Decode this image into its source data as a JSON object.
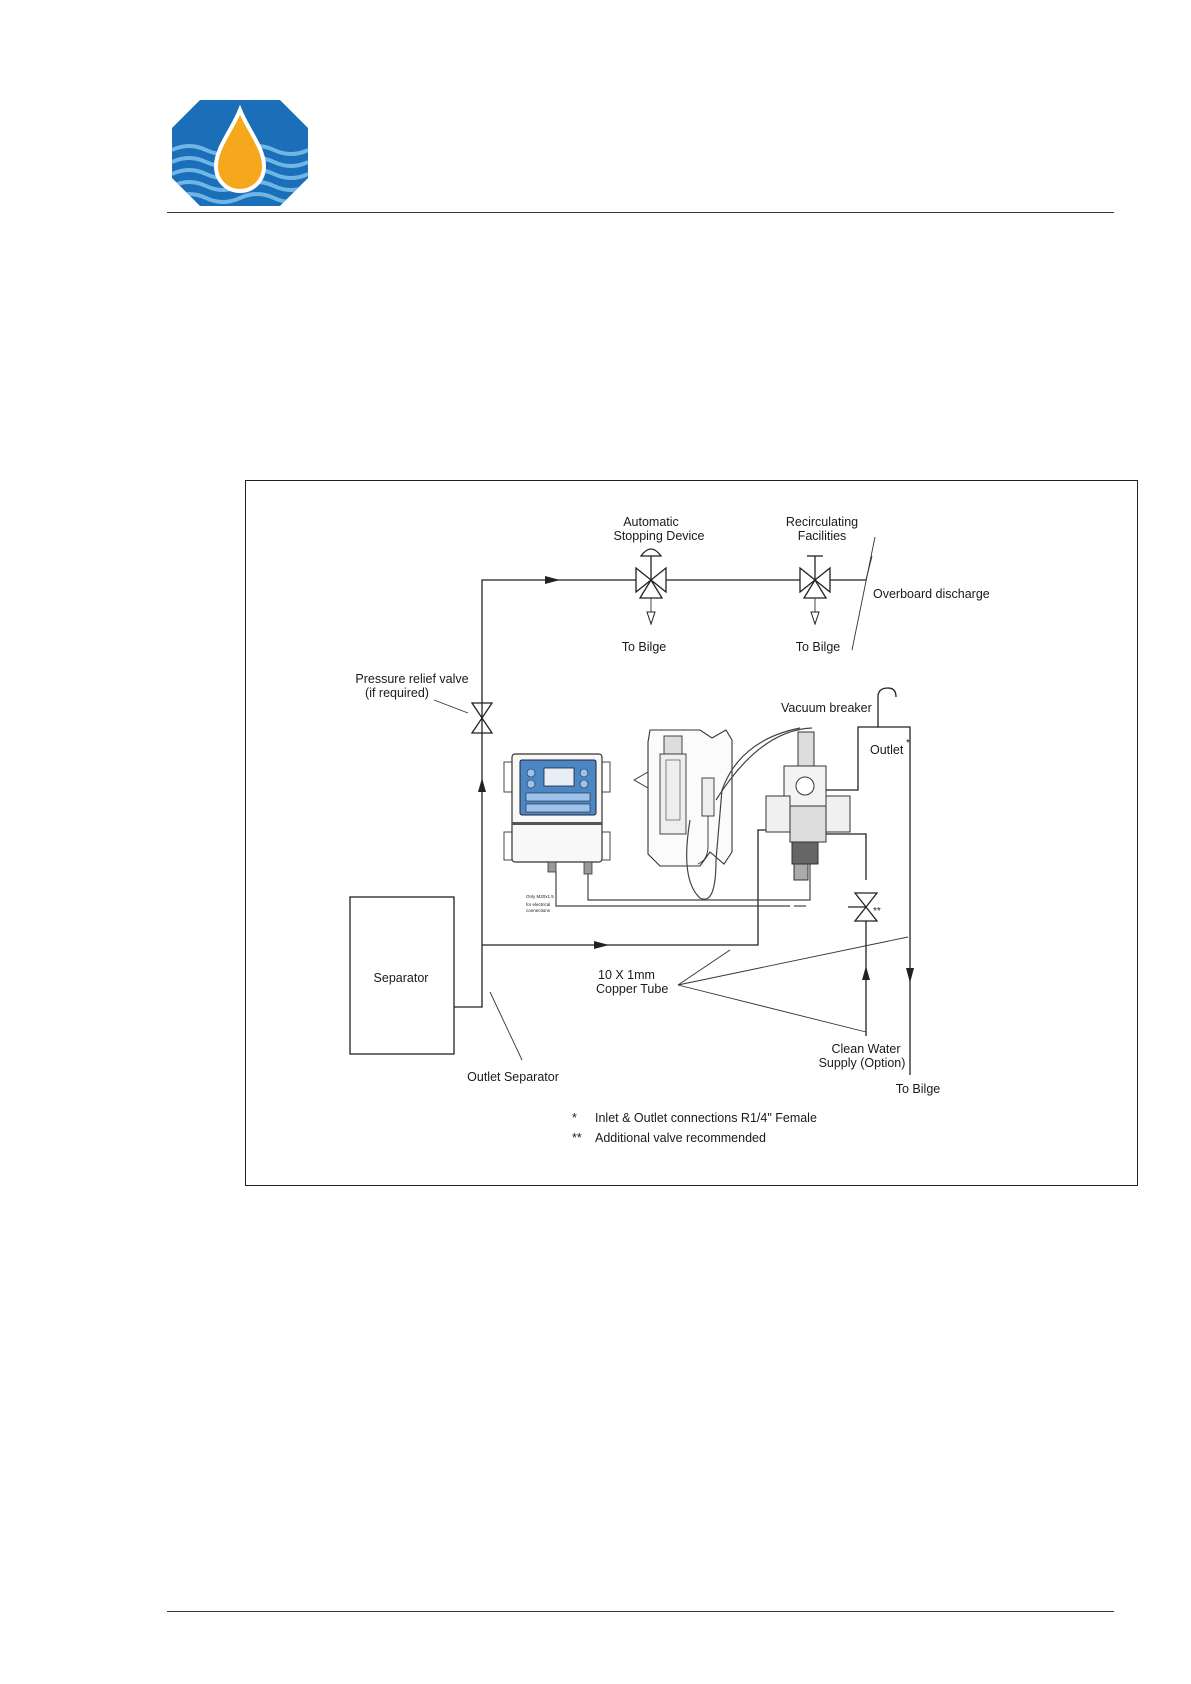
{
  "logo": {
    "icon": "oil-drop-on-water-logo",
    "colors": {
      "blue": "#1b6fb8",
      "wave_light": "#6fb6e6",
      "drop": "#f5a81c"
    }
  },
  "diagram": {
    "labels": {
      "automatic_stopping_device": [
        "Automatic",
        "Stopping Device"
      ],
      "recirculating_facilities": [
        "Recirculating",
        "Facilities"
      ],
      "overboard_discharge": "Overboard discharge",
      "to_bilge_1": "To Bilge",
      "to_bilge_2": "To Bilge",
      "pressure_relief_valve": [
        "Pressure relief valve",
        "(if required)"
      ],
      "vacuum_breaker": "Vacuum breaker",
      "outlet": "Outlet",
      "outlet_star": "*",
      "separator": "Separator",
      "copper_tube": [
        "10 X 1mm",
        "Copper Tube"
      ],
      "clean_water_supply": [
        "Clean Water",
        "Supply (Option)"
      ],
      "outlet_separator": "Outlet Separator",
      "to_bilge_3": "To  Bilge",
      "double_star": "**",
      "electrical_note": [
        "Only M20x1.5",
        "for electrical",
        "connections"
      ]
    },
    "notes": [
      {
        "mark": "*",
        "text": "Inlet & Outlet connections R1/4\" Female"
      },
      {
        "mark": "**",
        "text": "Additional valve recommended"
      }
    ]
  }
}
